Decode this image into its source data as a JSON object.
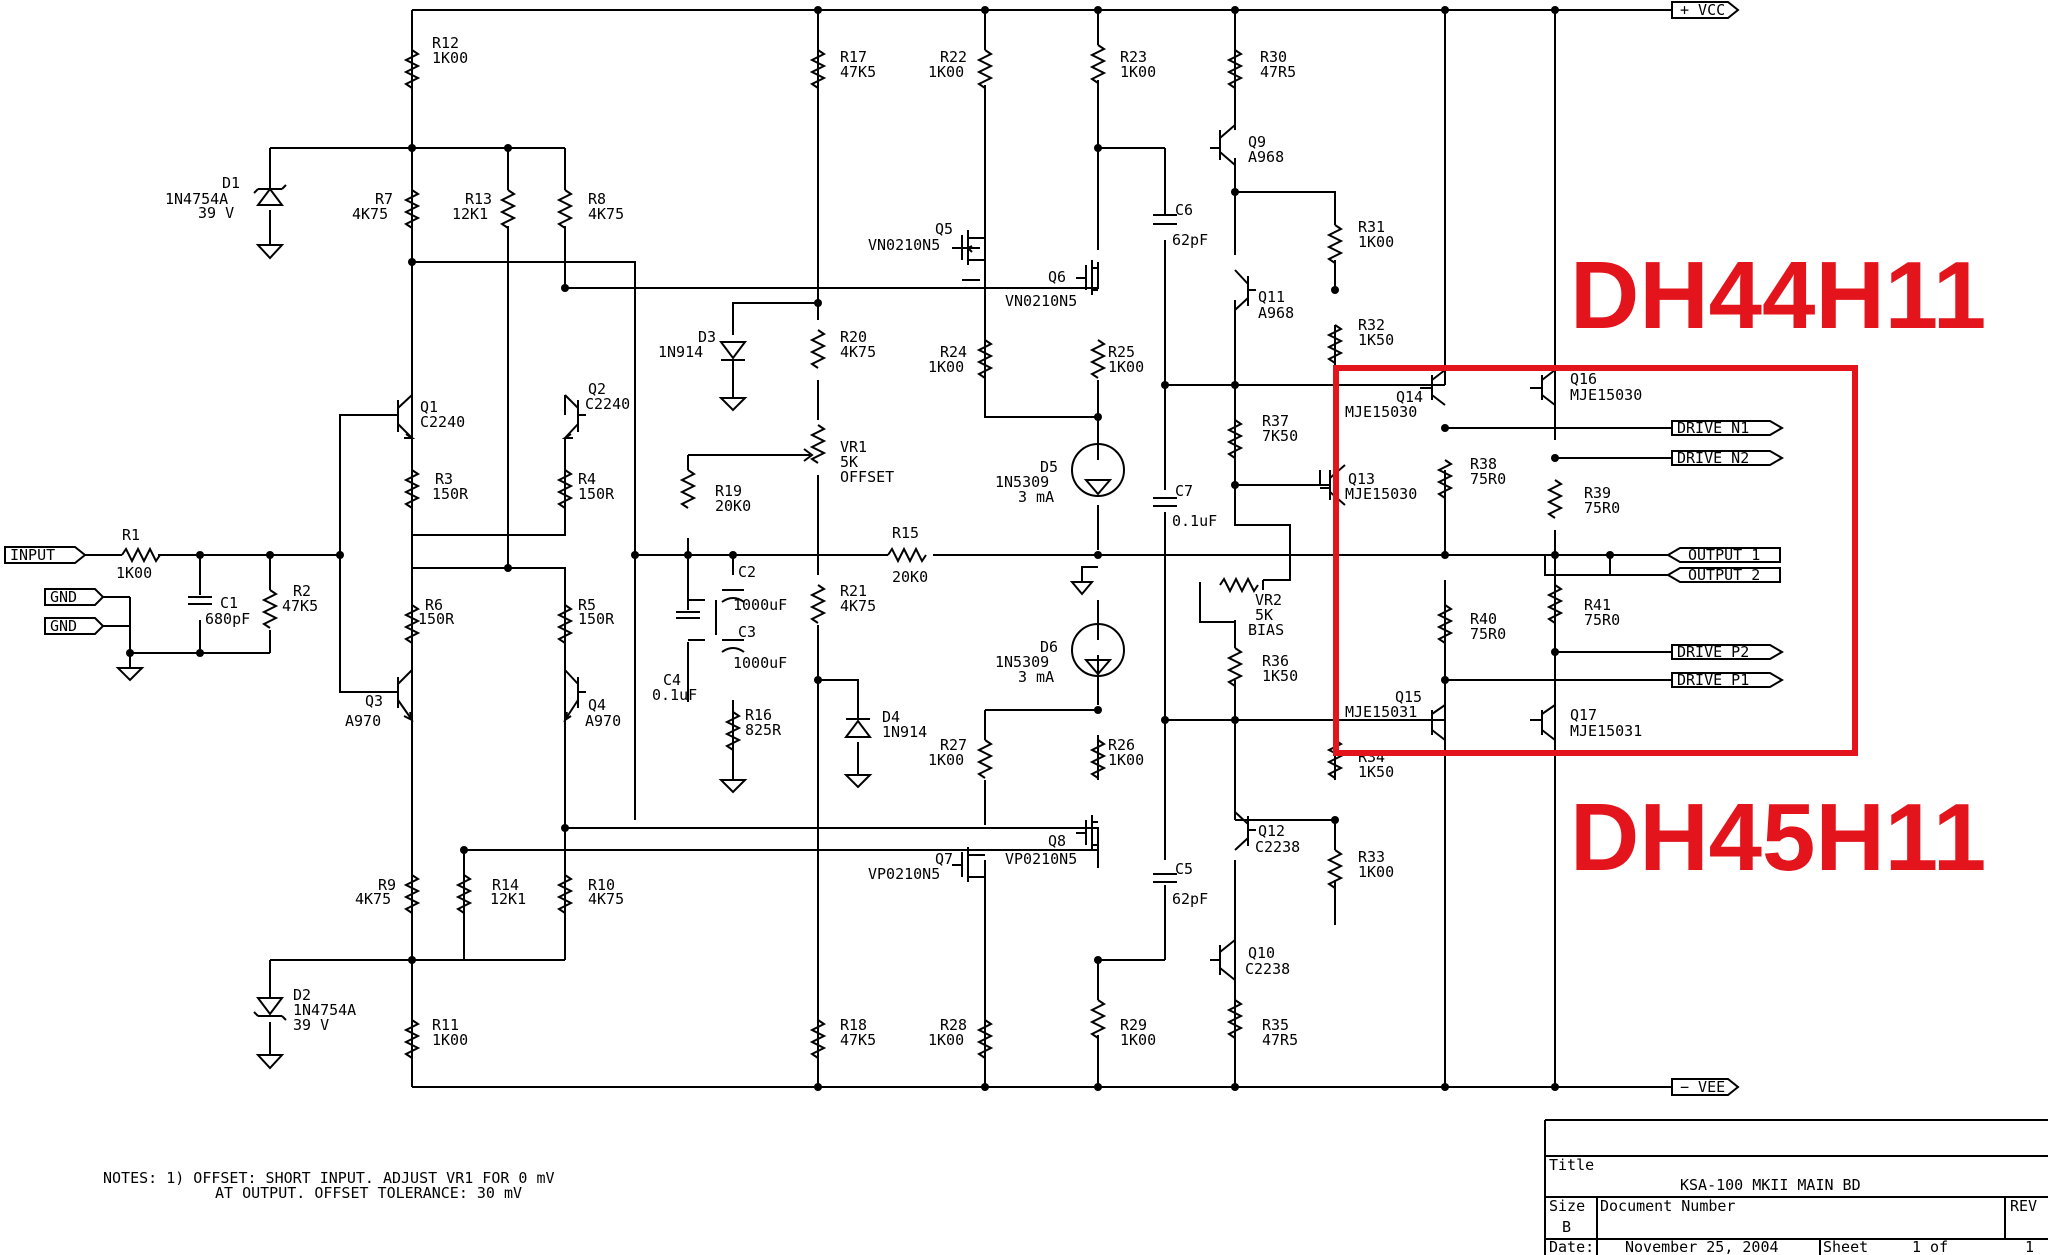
{
  "components": {
    "R1": [
      "R1",
      "1K00"
    ],
    "C1": [
      "C1",
      "680pF"
    ],
    "R2": [
      "R2",
      "47K5"
    ],
    "D1": [
      "D1",
      "1N4754A",
      "39 V"
    ],
    "D2": [
      "D2",
      "1N4754A",
      "39 V"
    ],
    "R7": [
      "R7",
      "4K75"
    ],
    "R13": [
      "R13",
      "12K1"
    ],
    "R8": [
      "R8",
      "4K75"
    ],
    "R12": [
      "R12",
      "1K00"
    ],
    "Q1": [
      "Q1",
      "C2240"
    ],
    "Q2": [
      "Q2",
      "C2240"
    ],
    "R3": [
      "R3",
      "150R"
    ],
    "R4": [
      "R4",
      "150R"
    ],
    "R6": [
      "R6",
      "150R"
    ],
    "R5": [
      "R5",
      "150R"
    ],
    "Q3": [
      "Q3",
      "A970"
    ],
    "Q4": [
      "Q4",
      "A970"
    ],
    "R9": [
      "R9",
      "4K75"
    ],
    "R14": [
      "R14",
      "12K1"
    ],
    "R10": [
      "R10",
      "4K75"
    ],
    "R11": [
      "R11",
      "1K00"
    ],
    "R17": [
      "R17",
      "47K5"
    ],
    "R22": [
      "R22",
      "1K00"
    ],
    "R20": [
      "R20",
      "4K75"
    ],
    "VR1": [
      "VR1",
      "5K",
      "OFFSET"
    ],
    "D3": [
      "D3",
      "1N914"
    ],
    "R19": [
      "R19",
      "20K0"
    ],
    "C4": [
      "C4",
      "0.1uF"
    ],
    "C2": [
      "C2",
      "1000uF"
    ],
    "C3": [
      "C3",
      "1000uF"
    ],
    "R16": [
      "R16",
      "825R"
    ],
    "R21": [
      "R21",
      "4K75"
    ],
    "D4": [
      "D4",
      "1N914"
    ],
    "R15": [
      "R15",
      "20K0"
    ],
    "R18": [
      "R18",
      "47K5"
    ],
    "R24": [
      "R24",
      "1K00"
    ],
    "R27": [
      "R27",
      "1K00"
    ],
    "R28": [
      "R28",
      "1K00"
    ],
    "Q5": [
      "Q5",
      "VN0210N5"
    ],
    "Q6": [
      "Q6",
      "VN0210N5"
    ],
    "Q7": [
      "Q7",
      "VP0210N5"
    ],
    "Q8": [
      "Q8",
      "VP0210N5"
    ],
    "R23": [
      "R23",
      "1K00"
    ],
    "R25": [
      "R25",
      "1K00"
    ],
    "R26": [
      "R26",
      "1K00"
    ],
    "R29": [
      "R29",
      "1K00"
    ],
    "D5": [
      "D5",
      "1N5309",
      "3 mA"
    ],
    "D6": [
      "D6",
      "1N5309",
      "3 mA"
    ],
    "C6": [
      "C6",
      "62pF"
    ],
    "C7": [
      "C7",
      "0.1uF"
    ],
    "C5": [
      "C5",
      "62pF"
    ],
    "R30": [
      "R30",
      "47R5"
    ],
    "Q9": [
      "Q9",
      "A968"
    ],
    "Q11": [
      "Q11",
      "A968"
    ],
    "R31": [
      "R31",
      "1K00"
    ],
    "R32": [
      "R32",
      "1K50"
    ],
    "R37": [
      "R37",
      "7K50"
    ],
    "VR2": [
      "VR2",
      "5K",
      "BIAS"
    ],
    "R36": [
      "R36",
      "1K50"
    ],
    "R34": [
      "R34",
      "1K50"
    ],
    "Q12": [
      "Q12",
      "C2238"
    ],
    "R33": [
      "R33",
      "1K00"
    ],
    "Q10": [
      "Q10",
      "C2238"
    ],
    "R35": [
      "R35",
      "47R5"
    ],
    "Q14": [
      "Q14",
      "MJE15030"
    ],
    "Q16": [
      "Q16",
      "MJE15030"
    ],
    "Q13": [
      "Q13",
      "MJE15030"
    ],
    "Q15": [
      "Q15",
      "MJE15031"
    ],
    "Q17": [
      "Q17",
      "MJE15031"
    ],
    "R38": [
      "R38",
      "75R0"
    ],
    "R39": [
      "R39",
      "75R0"
    ],
    "R40": [
      "R40",
      "75R0"
    ],
    "R41": [
      "R41",
      "75R0"
    ]
  },
  "ports": {
    "vcc": "+ VCC",
    "vee": "− VEE",
    "input": "INPUT",
    "gnd1": "GND",
    "gnd2": "GND",
    "drive_n1": "DRIVE N1",
    "drive_n2": "DRIVE N2",
    "output1": "OUTPUT 1",
    "output2": "OUTPUT 2",
    "drive_p2": "DRIVE P2",
    "drive_p1": "DRIVE P1"
  },
  "annotations": {
    "top": "DH44H11",
    "bottom": "DH45H11",
    "highlight_color": "#e3141b"
  },
  "notes": {
    "line1": "NOTES:  1)  OFFSET:  SHORT INPUT.  ADJUST VR1 FOR 0 mV",
    "line2": "AT OUTPUT.  OFFSET TOLERANCE:  30 mV"
  },
  "title_block": {
    "title_label": "Title",
    "title": "KSA-100 MKII MAIN BD",
    "size_label": "Size",
    "size": "B",
    "doc_label": "Document Number",
    "rev_label": "REV",
    "date_label": "Date:",
    "date": "November 25, 2004",
    "sheet_label": "Sheet",
    "sheet_value": "1 of",
    "sheet_total": "1"
  }
}
